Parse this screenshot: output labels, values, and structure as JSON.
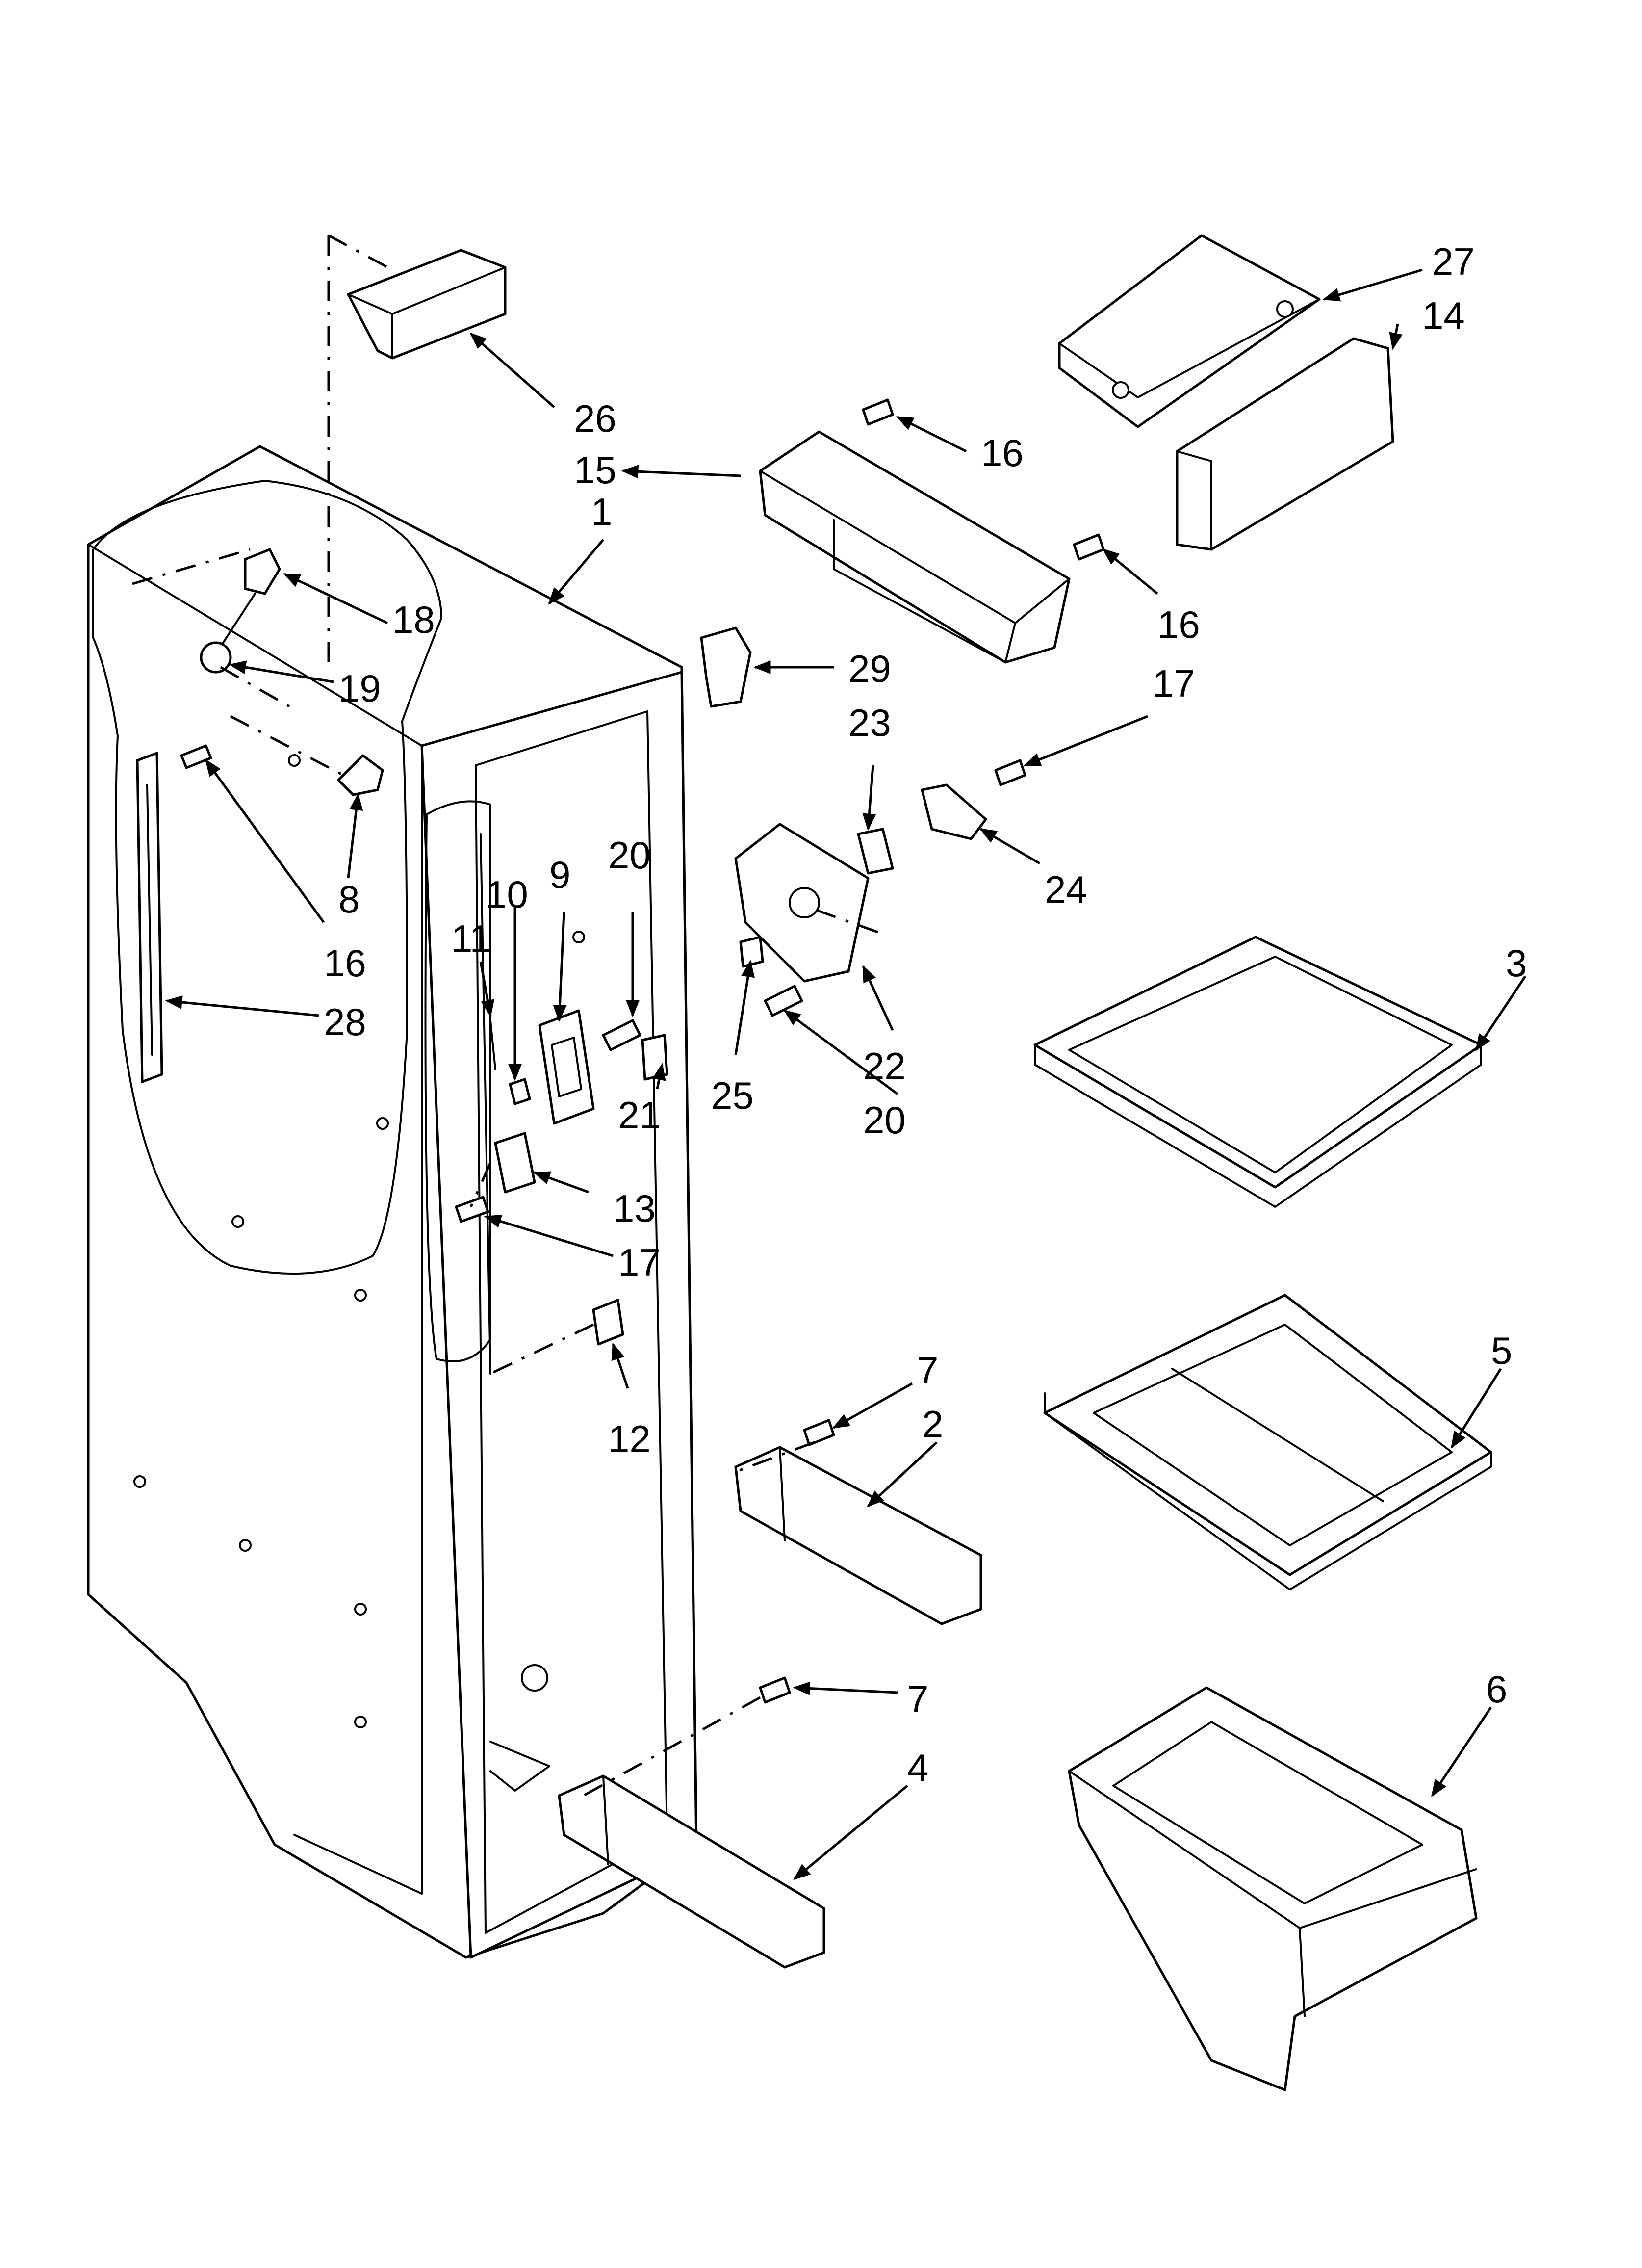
{
  "callouts": {
    "c1": "1",
    "c2": "2",
    "c3": "3",
    "c4": "4",
    "c5": "5",
    "c6": "6",
    "c7a": "7",
    "c7b": "7",
    "c8": "8",
    "c9": "9",
    "c10": "10",
    "c11": "11",
    "c12": "12",
    "c13": "13",
    "c14": "14",
    "c15": "15",
    "c16a": "16",
    "c16b": "16",
    "c16c": "16",
    "c17a": "17",
    "c17b": "17",
    "c18": "18",
    "c19": "19",
    "c20a": "20",
    "c20b": "20",
    "c21": "21",
    "c22": "22",
    "c23": "23",
    "c24": "24",
    "c25": "25",
    "c26": "26",
    "c27": "27",
    "c28": "28",
    "c29": "29"
  }
}
